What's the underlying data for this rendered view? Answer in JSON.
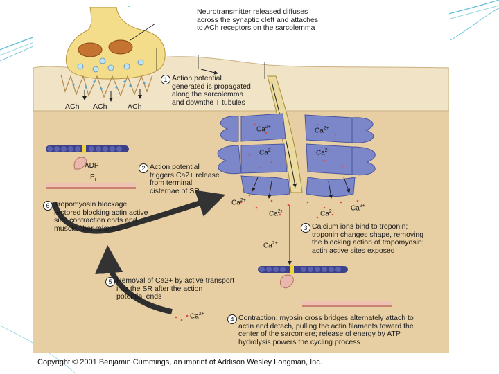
{
  "figure": {
    "top_caption": "Neurotransmitter released diffuses\nacross the synaptic cleft and attaches\nto ACh receptors on the sarcolemma",
    "ach_labels": [
      "ACh",
      "ACh",
      "ACh"
    ],
    "steps": [
      {
        "num": "1",
        "text": "Action potential\ngenerated is propagated\nalong the sarcolemma\nand downthe T tubules"
      },
      {
        "num": "2",
        "text": "Action potential\ntriggers Ca2+ release\nfrom terminal\ncisternae of SR"
      },
      {
        "num": "3",
        "text": "Calcium ions bind to troponin;\ntroponin changes shape, removing\nthe blocking action of tropomyosin;\nactin active sites exposed"
      },
      {
        "num": "4",
        "text": "Contraction; myosin cross bridges alternately attach to\nactin and detach, pulling the actin filaments toward the\ncenter of the sarcomere; release of energy by ATP\nhydrolysis powers the cycling process"
      },
      {
        "num": "5",
        "text": "Removal of Ca2+ by active transport\ninto the SR after the action\npotential ends"
      },
      {
        "num": "6",
        "text": "Tropomyosin blockage\nrestored blocking actin active\nsite; contraction ends and\nmuscle fiber relaxes"
      }
    ],
    "ion_label": "Ca",
    "ion_charge": "2+",
    "adp_label": "ADP",
    "pi_label": "P",
    "pi_sub": "i",
    "copyright": "Copyright © 2001 Benjamin Cummings, an imprint of Addison Wesley Longman, Inc."
  },
  "colors": {
    "slide_deco": "#5bbcd6",
    "cleft_bg": "#efe3cc",
    "cell_bg": "#e9d2a8",
    "terminal": "#f2dc8a",
    "sr": "#7b86c8",
    "ttubule": "#e9d9a0",
    "arrow": "#333333",
    "actin": "#3b3f86",
    "myosin": "#e7b7b0"
  }
}
